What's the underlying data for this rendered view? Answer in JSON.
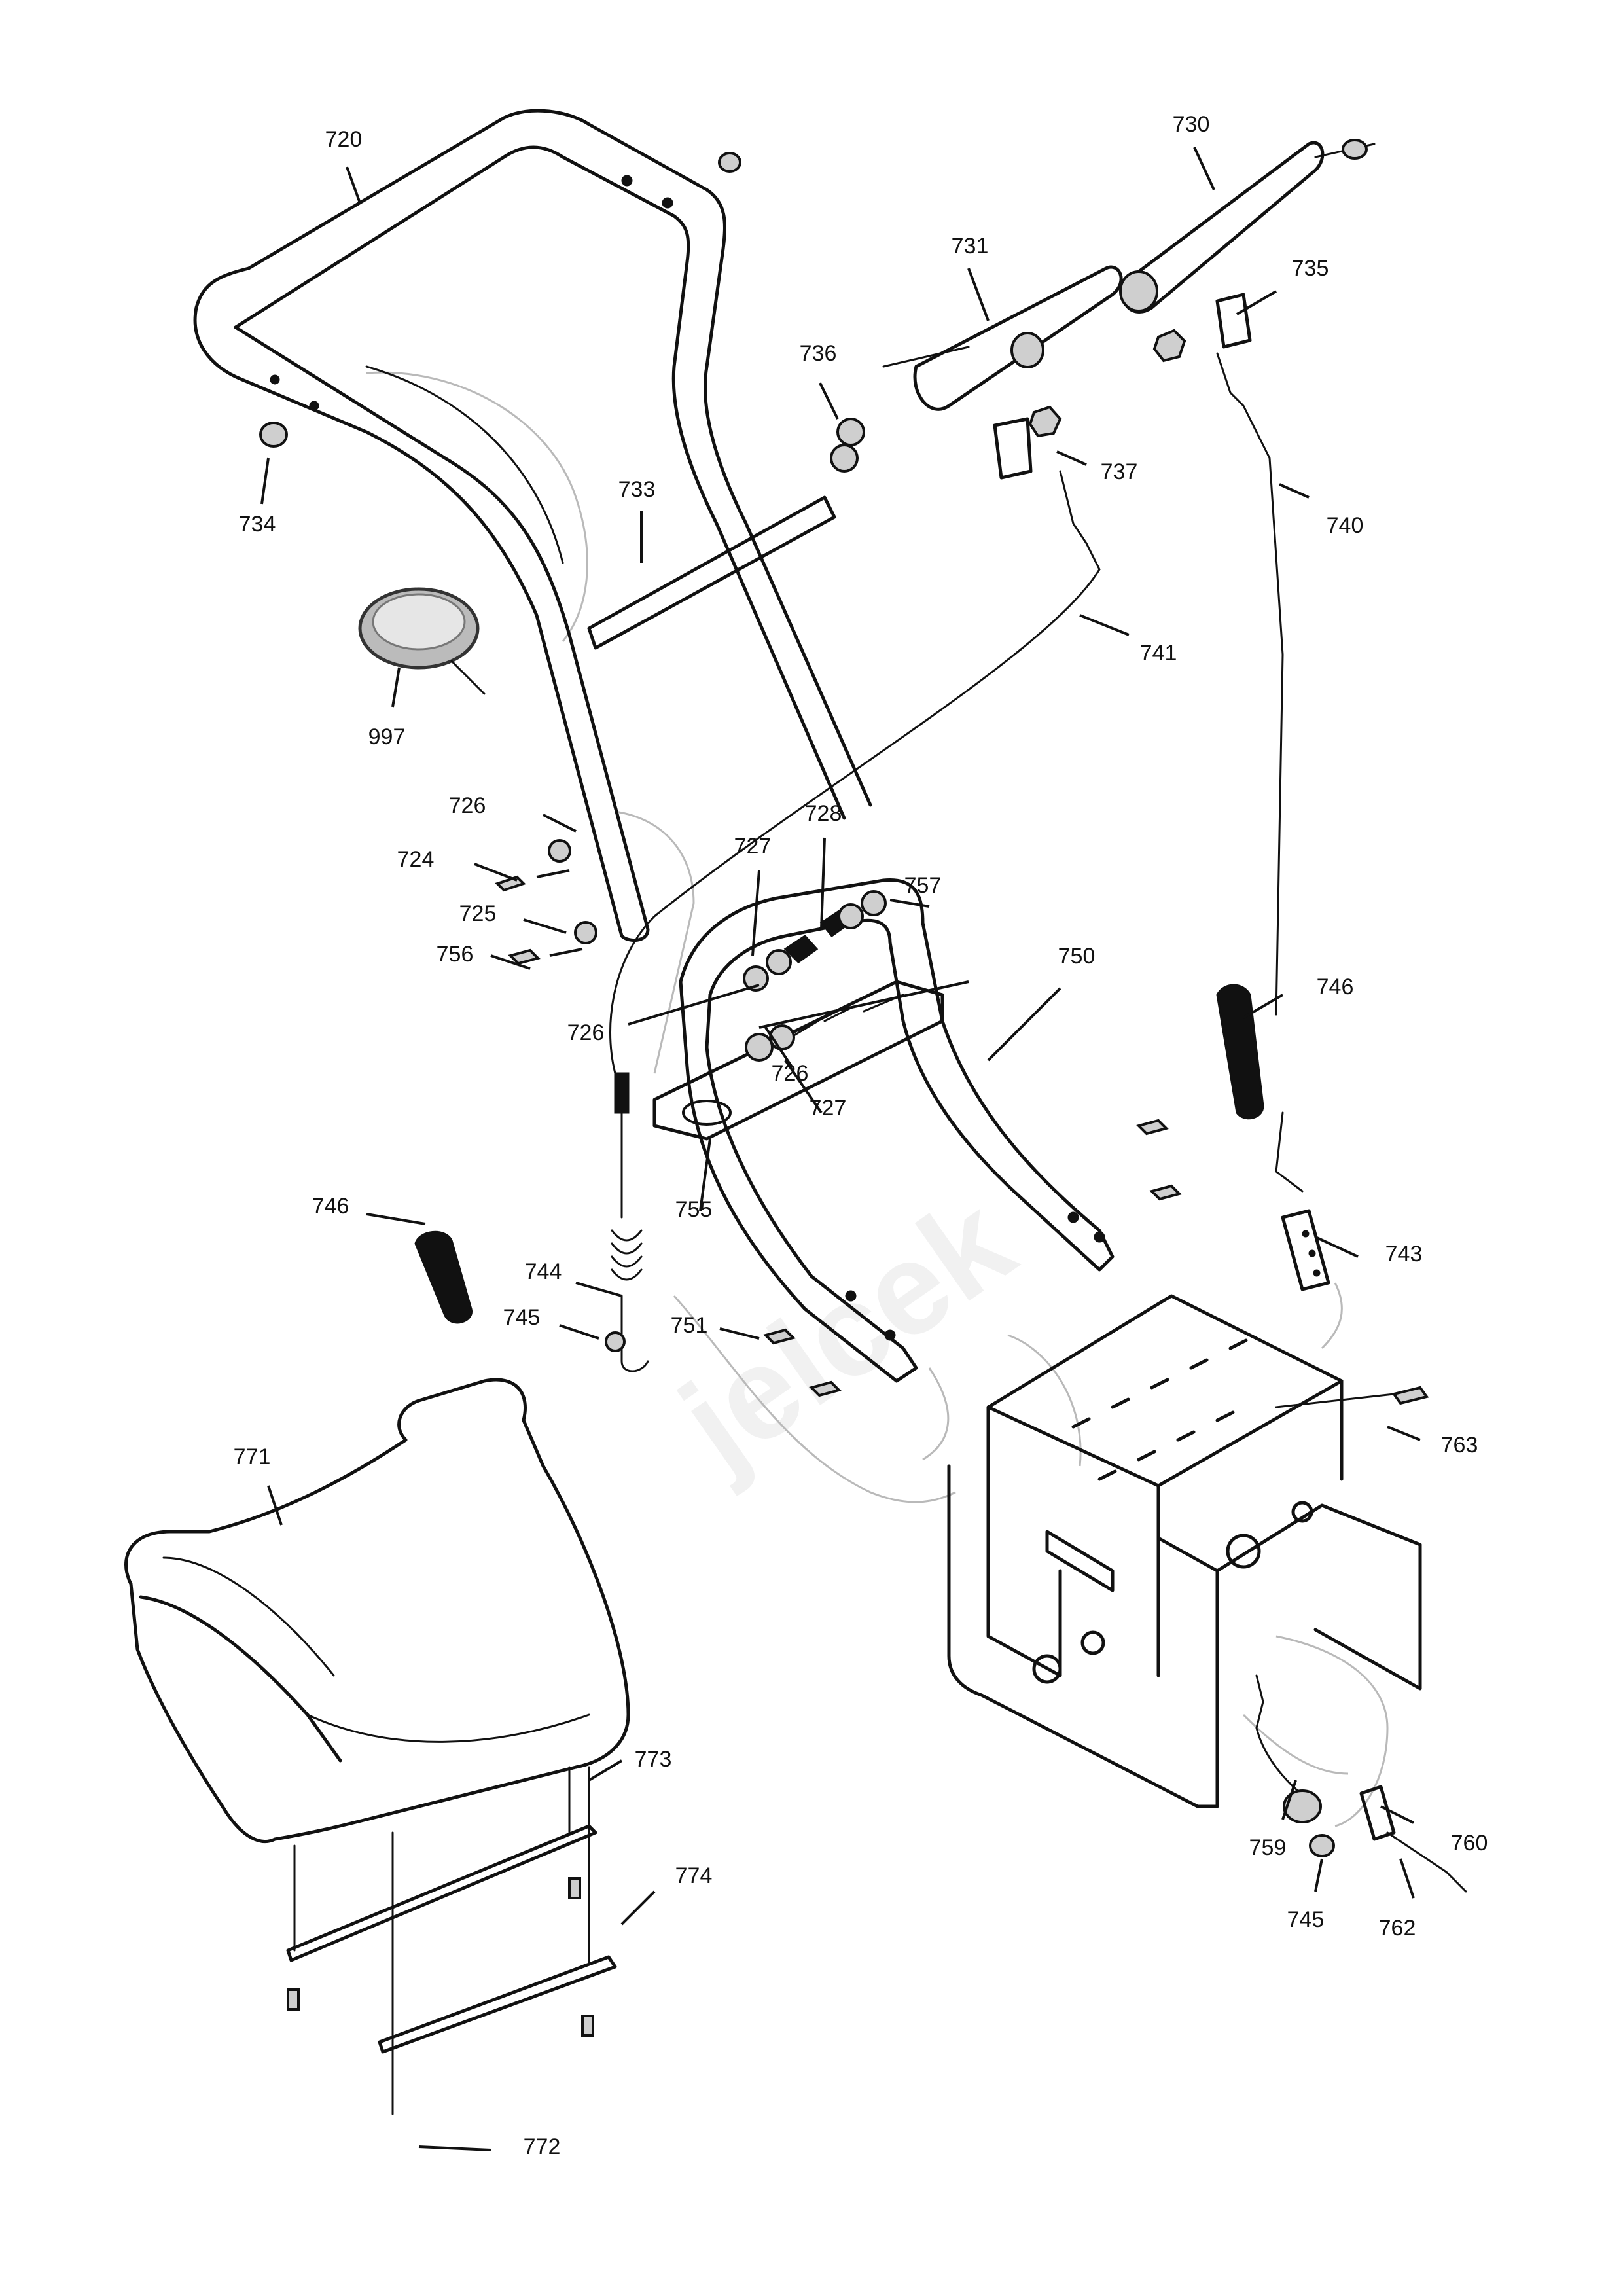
{
  "labels": {
    "720": "720",
    "730": "730",
    "731": "731",
    "735": "735",
    "736": "736",
    "737": "737",
    "734": "734",
    "733": "733",
    "740": "740",
    "741": "741",
    "997": "997",
    "726a": "726",
    "724": "724",
    "725": "725",
    "756": "756",
    "727a": "727",
    "728": "728",
    "757": "757",
    "750": "750",
    "726b": "726",
    "727b": "727",
    "726c": "726",
    "755": "755",
    "746a": "746",
    "746b": "746",
    "743": "743",
    "744": "744",
    "745a": "745",
    "751": "751",
    "763": "763",
    "771": "771",
    "773": "773",
    "774": "774",
    "772": "772",
    "759": "759",
    "760": "760",
    "745b": "745",
    "762": "762"
  },
  "watermark": "jelcek"
}
